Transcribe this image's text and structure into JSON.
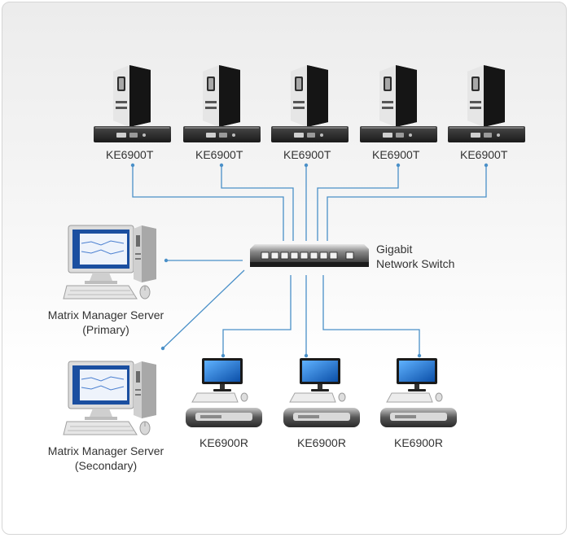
{
  "transmitters": [
    {
      "label": "KE6900T"
    },
    {
      "label": "KE6900T"
    },
    {
      "label": "KE6900T"
    },
    {
      "label": "KE6900T"
    },
    {
      "label": "KE6900T"
    }
  ],
  "switch": {
    "line1": "Gigabit",
    "line2": "Network Switch"
  },
  "servers": [
    {
      "line1": "Matrix Manager Server",
      "line2": "(Primary)"
    },
    {
      "line1": "Matrix Manager Server",
      "line2": "(Secondary)"
    }
  ],
  "receivers": [
    {
      "label": "KE6900R"
    },
    {
      "label": "KE6900R"
    },
    {
      "label": "KE6900R"
    }
  ],
  "colors": {
    "link": "#4a90c8",
    "device_dark": "#2a2a2a",
    "screen": "#1e6fd0"
  }
}
